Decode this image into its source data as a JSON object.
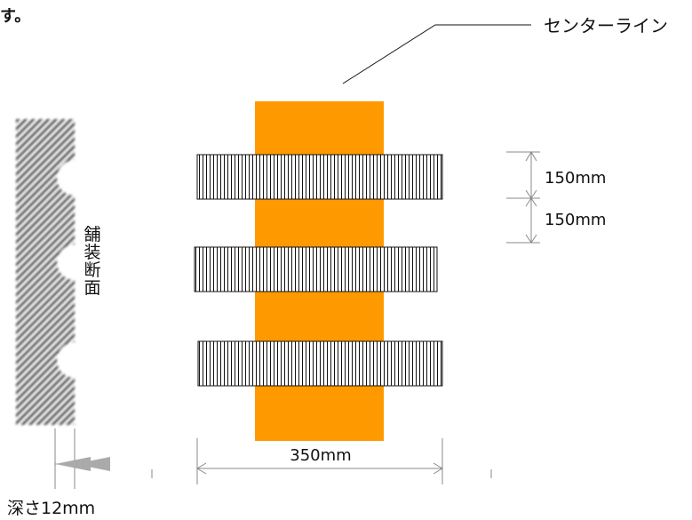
{
  "top_fragment": "す。",
  "centerline_label": "センターライン",
  "section_label": "舗装断面",
  "dimensions": {
    "spacing_top": "150mm",
    "spacing_bottom": "150mm",
    "width": "350mm",
    "depth": "深さ12mm"
  },
  "colors": {
    "centerline": "#ff9900",
    "hatch": "#333333",
    "dimension_line": "#888888",
    "background": "#ffffff"
  }
}
